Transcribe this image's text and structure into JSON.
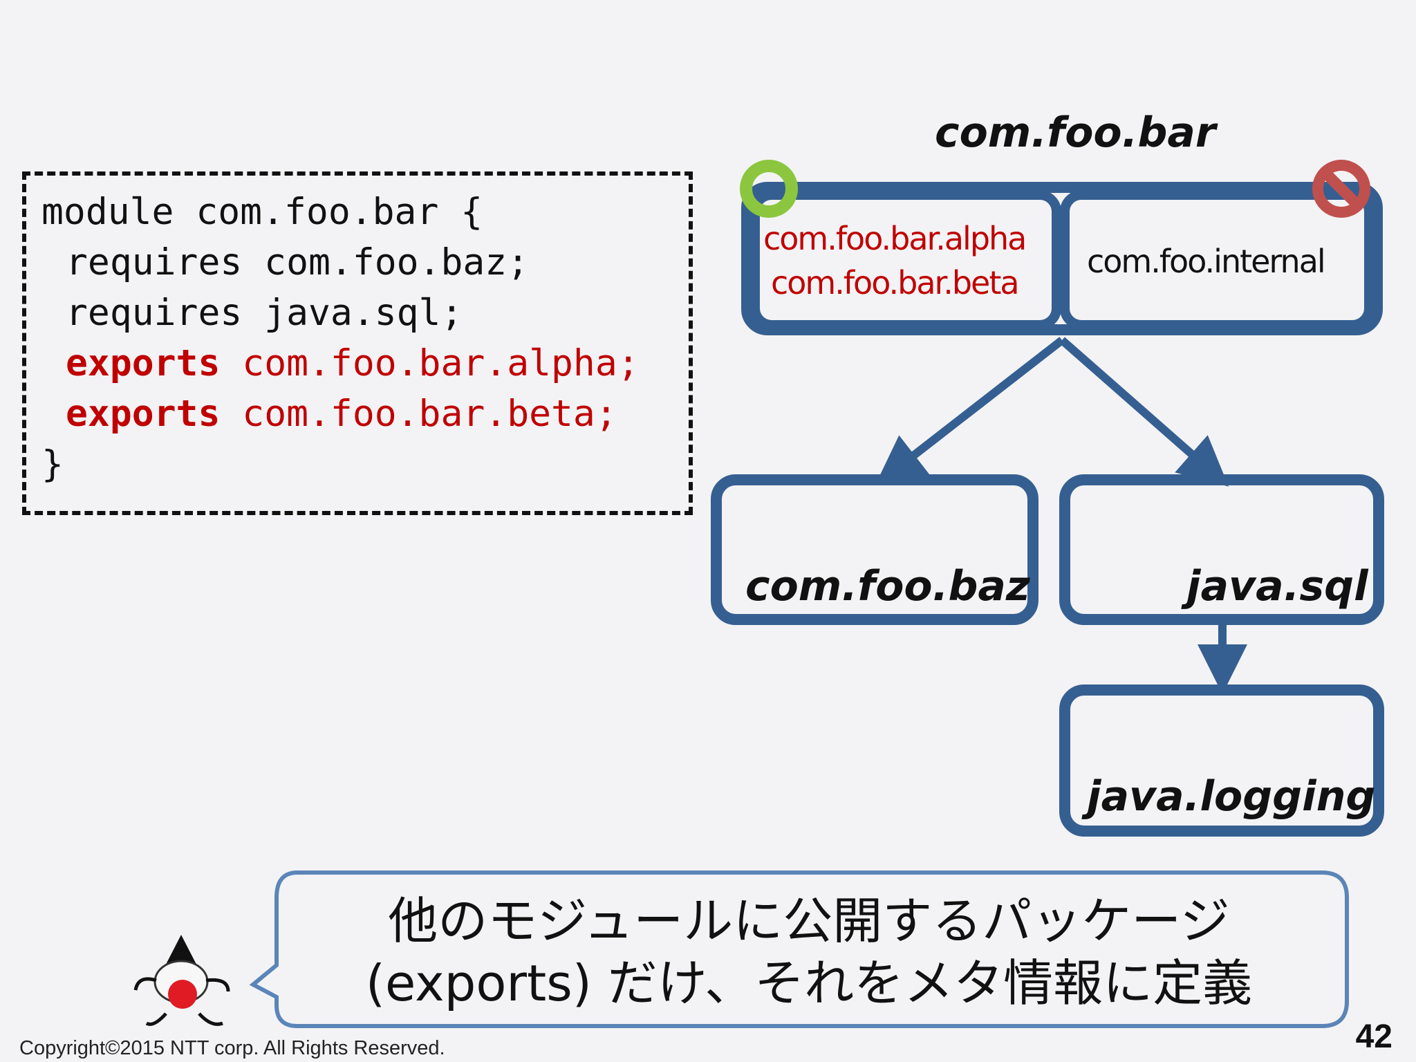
{
  "code": {
    "line1": "module com.foo.bar {",
    "line2": "requires com.foo.baz;",
    "line3": "requires java.sql;",
    "line4_keyword": "exports",
    "line4_value": " com.foo.bar.alpha;",
    "line5_keyword": "exports",
    "line5_value": " com.foo.bar.beta;",
    "line6": "}"
  },
  "diagram": {
    "main_module": "com.foo.bar",
    "exported_packages": [
      "com.foo.bar.alpha",
      "com.foo.bar.beta"
    ],
    "internal_package": "com.foo.internal",
    "dependency_1": "com.foo.baz",
    "dependency_2": "java.sql",
    "transitive_dependency": "java.logging",
    "open_icon_color": "#8cc63f",
    "closed_icon_color": "#c0504d",
    "box_color": "#365f91"
  },
  "bubble": {
    "line1": "他のモジュールに公開するパッケージ",
    "line2": "(exports) だけ、それをメタ情報に定義"
  },
  "footer": {
    "copyright": "Copyright©2015  NTT corp. All Rights Reserved.",
    "page_number": "42"
  }
}
